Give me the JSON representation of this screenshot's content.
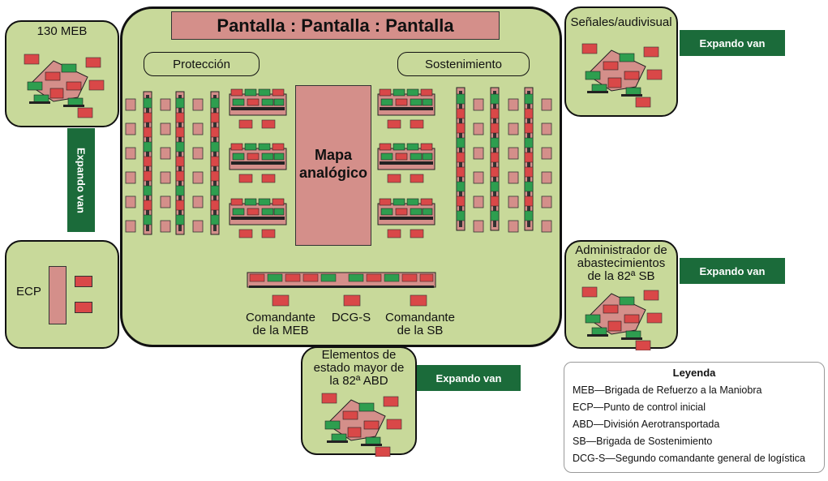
{
  "screen_banner": "Pantalla : Pantalla : Pantalla",
  "sections": {
    "protection": "Protección",
    "sustainment": "Sostenimiento",
    "map_line1": "Mapa",
    "map_line2": "analógico"
  },
  "bottom_labels": {
    "meb_commander_line1": "Comandante",
    "meb_commander_line2": "de la MEB",
    "dcgs": "DCG-S",
    "sb_commander_line1": "Comandante",
    "sb_commander_line2": "de la SB"
  },
  "nodes": {
    "meb130": "130 MEB",
    "ecp": "ECP",
    "signals": "Señales/audivisual",
    "supply_line1": "Administrador de",
    "supply_line2": "abastecimientos",
    "supply_line3": "de la 82ª SB",
    "staff_line1": "Elementos de",
    "staff_line2": "estado mayor de",
    "staff_line3": "la 82ª ABD"
  },
  "vans": {
    "meb_van": "Expando van",
    "signals_van": "Expando van",
    "supply_van": "Expando van",
    "staff_van": "Expando van"
  },
  "legend": {
    "title": "Leyenda",
    "items": [
      "MEB—Brigada de Refuerzo a la Maniobra",
      "ECP—Punto de control inicial",
      "ABD—División Aerotransportada",
      "SB—Brigada de Sostenimiento",
      "DCG-S—Segundo comandante general de logística"
    ]
  },
  "colors": {
    "area_fill": "#c8d99a",
    "screen_fill": "#d48f8a",
    "van_fill": "#1b6b3a",
    "workstation_red": "#d94848",
    "workstation_green": "#2e9e4f"
  }
}
